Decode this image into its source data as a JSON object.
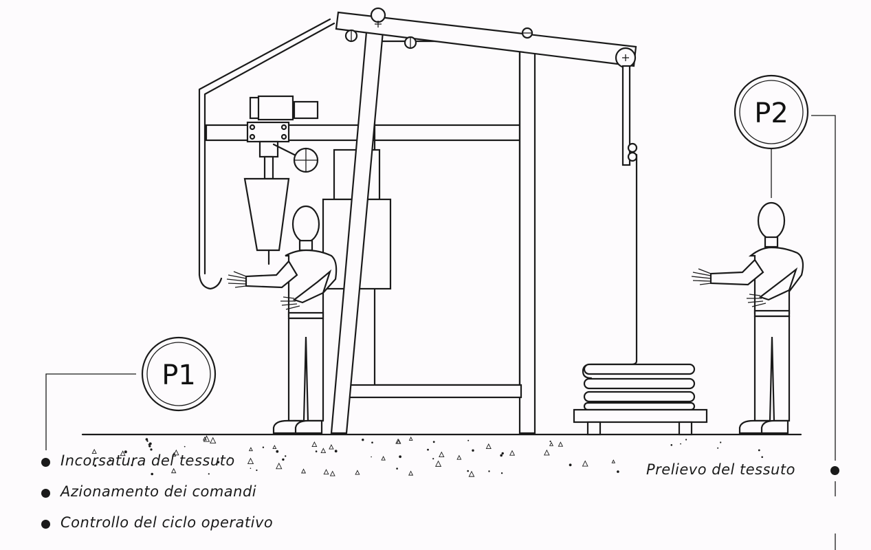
{
  "badges": {
    "p1": "P1",
    "p2": "P2"
  },
  "operator_p1_tasks": [
    "Incorsatura del tessuto",
    "Azionamento dei comandi",
    "Controllo del ciclo operativo"
  ],
  "operator_p2_tasks": [
    "Prelievo del tessuto"
  ],
  "colors": {
    "line": "#1a1a1a",
    "paper": "#fdfbfd"
  }
}
